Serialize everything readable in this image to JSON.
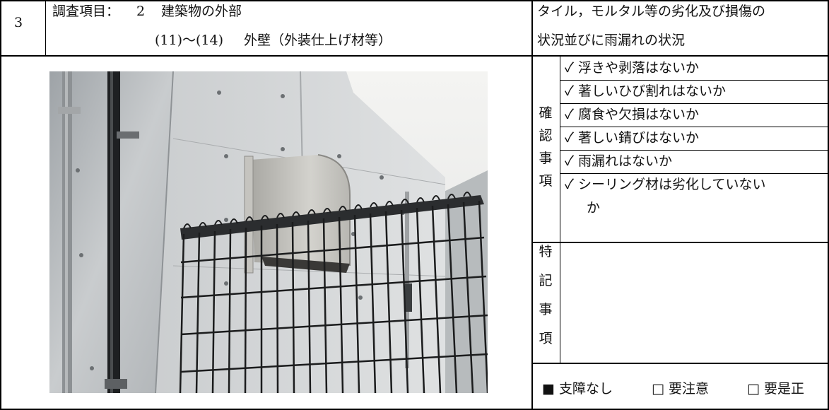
{
  "header": {
    "number": "3",
    "item_label": "調査項目：",
    "item_no": "2",
    "item_name": "建築物の外部",
    "sub_range": "(11)～(14)",
    "sub_name": "外壁（外装仕上げ材等）",
    "desc_line1": "タイル，モルタル等の劣化及び損傷の",
    "desc_line2": "状況並びに雨漏れの状況"
  },
  "check": {
    "label_chars": [
      "確",
      "認",
      "事",
      "項"
    ],
    "items": [
      "✓ 浮きや剥落はないか",
      "✓ 著しいひび割れはないか",
      "✓ 腐食や欠損はないか",
      "✓ 著しい錆びはないか",
      "✓ 雨漏れはないか",
      "✓ シーリング材は劣化していない",
      "か"
    ]
  },
  "notes": {
    "label_chars": [
      "特",
      "記",
      "事",
      "項"
    ]
  },
  "status": {
    "opt1": "■ 支障なし",
    "opt2": "□ 要注意",
    "opt3": "□ 要是正"
  }
}
